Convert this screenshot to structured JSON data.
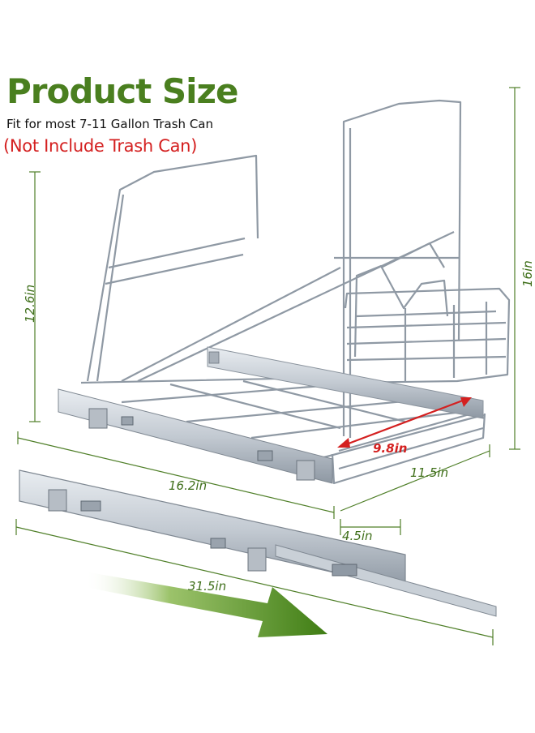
{
  "header": {
    "title": "Product Size",
    "subtitle": "Fit for most 7-11 Gallon Trash Can",
    "note": "(Not Include Trash Can)"
  },
  "dimensions": {
    "height_left": "12.6in",
    "height_right": "16in",
    "length": "16.2in",
    "width": "11.5in",
    "inner_width": "9.8in",
    "depth": "4.5in",
    "slide_length": "31.5in"
  },
  "colors": {
    "dimension_green": "#3f6f1a",
    "title_green": "#4a7f1f",
    "note_red": "#d42020",
    "chrome": "#9aa3ad",
    "arrow_green": "#4f8a1d"
  }
}
